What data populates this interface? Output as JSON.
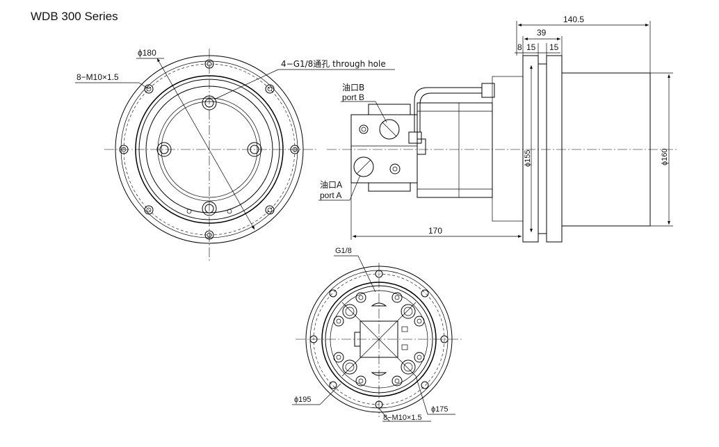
{
  "title": "WDB 300 Series",
  "front_view": {
    "phi180": "ϕ180",
    "bolt_label": "8−M10×1.5",
    "through_hole": "4−G1/8通孔 through hole"
  },
  "side_view": {
    "dim_1405": "140.5",
    "dim_39": "39",
    "dim_8": "8",
    "dim_15a": "15",
    "dim_15b": "15",
    "dim_170": "170",
    "dim_phi155": "ϕ155",
    "dim_phi160": "ϕ160",
    "portB_cn": "油口B",
    "portB_en": "port B",
    "portA_cn": "油口A",
    "portA_en": "port A"
  },
  "rear_view": {
    "g18": "G1/8",
    "phi195": "ϕ195",
    "phi175": "ϕ175",
    "bolt_label": "8−M10×1.5"
  }
}
